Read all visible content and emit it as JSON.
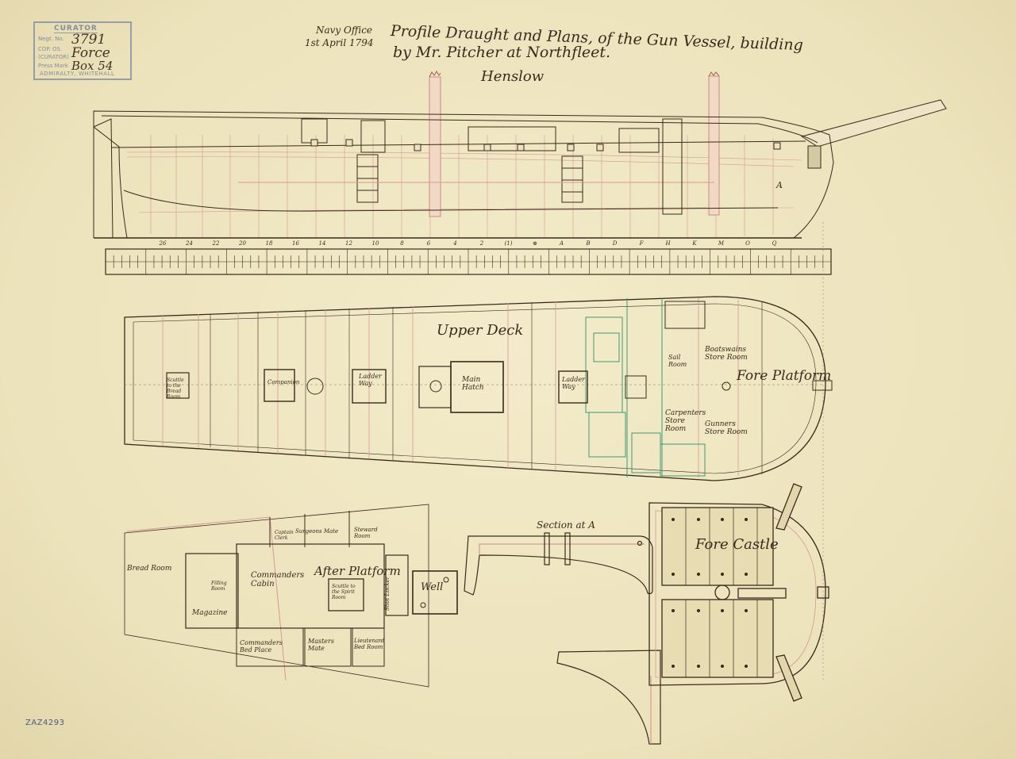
{
  "stamp": {
    "header": "CURATOR",
    "lines": [
      "Negt. No.",
      "COP. OS.",
      "(CURATOR)",
      "Press Mark"
    ],
    "inscription": [
      "3791",
      "Force",
      "Box 54"
    ],
    "footer": "ADMIRALTY, WHITEHALL"
  },
  "title": {
    "office": "Navy Office",
    "date": "1st April 1794",
    "line1": "Profile Draught and Plans, of the Gun Vessel, building",
    "line2": "by Mr. Pitcher at Northfleet.",
    "signature": "Henslow"
  },
  "labels": {
    "upper_deck": "Upper Deck",
    "fore_platform": "Fore Platform",
    "aft_platform": "After Platform",
    "fore_castle": "Fore Castle",
    "section": "Section at A",
    "well": "Well",
    "marker_a": "A"
  },
  "rooms": {
    "scuttle_bread": "Scuttle to the Bread Room",
    "companion": "Companion",
    "ladder_way": "Ladder Way",
    "main_hatch": "Main Hatch",
    "ladder_way_fore": "Ladder Way",
    "sail_room": "Sail Room",
    "boatswains": "Boatswains Store Room",
    "carpenters": "Carpenters Store Room",
    "gunners": "Gunners Store Room",
    "bread_room": "Bread Room",
    "magazine": "Magazine",
    "filling_room": "Filling Room",
    "commanders_cabin": "Commanders Cabin",
    "commanders_bed": "Commanders Bed Place",
    "masters_mate": "Masters Mate",
    "surgeons_mate": "Surgeons Mate",
    "steward_room": "Steward Room",
    "captain_clerk": "Captain Clerk",
    "scuttle_spirit": "Scuttle to the Spirit Room",
    "shot_locker": "Shot Locker",
    "lieutenant_bed": "Lieutenant Bed Room"
  },
  "ruler": {
    "stations": [
      "26",
      "24",
      "22",
      "20",
      "18",
      "16",
      "14",
      "12",
      "10",
      "8",
      "6",
      "4",
      "2",
      "(1)",
      "⊕",
      "A",
      "B",
      "D",
      "F",
      "H",
      "K",
      "M",
      "O",
      "Q"
    ]
  },
  "reference": "ZAZ4293",
  "colors": {
    "ink": "#3a2a1c",
    "red": "#c98a86",
    "green": "#3e9a74",
    "paper": "#efe7c4"
  }
}
